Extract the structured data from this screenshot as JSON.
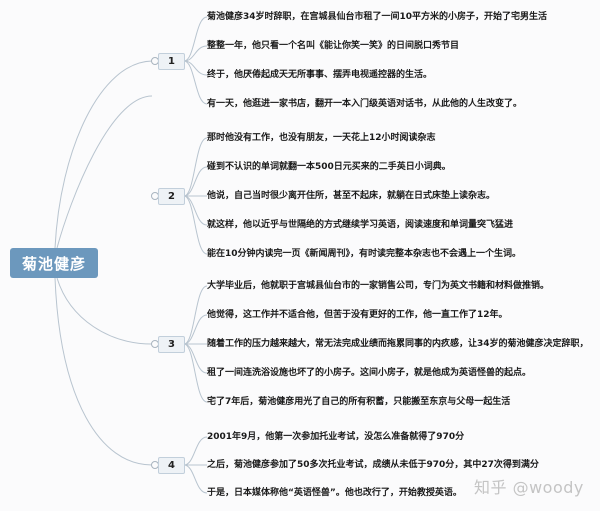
{
  "root": {
    "label": "菊池健彦"
  },
  "branches": [
    {
      "label": "1",
      "items": [
        "菊池健彦34岁时辞职，在宫城县仙台市租了一间10平方米的小房子，开始了宅男生活",
        "整整一年，他只看一个名叫《能让你笑一笑》的日间脱口秀节目",
        "终于，他厌倦起成天无所事事、摆弄电视遥控器的生活。",
        "有一天，他逛进一家书店，翻开一本入门级英语对话书，从此他的人生改变了。"
      ]
    },
    {
      "label": "2",
      "items": [
        "那时他没有工作，也没有朋友，一天花上12小时阅读杂志",
        "碰到不认识的单词就翻一本500日元买来的二手英日小词典。",
        "他说，自己当时很少离开住所，甚至不起床，就躺在日式床垫上读杂志。",
        "就这样，他以近乎与世隔绝的方式继续学习英语，阅读速度和单词量突飞猛进",
        "能在10分钟内读完一页《新闻周刊》，有时读完整本杂志也不会遇上一个生词。"
      ]
    },
    {
      "label": "3",
      "items": [
        "大学毕业后，他就职于宫城县仙台市的一家销售公司，专门为英文书籍和材料做推销。",
        "他觉得，这工作并不适合他，但苦于没有更好的工作，他一直工作了12年。",
        "随着工作的压力越来越大，常无法完成业绩而拖累同事的内疚感，让34岁的菊池健彦决定辞职，",
        "租了一间连洗浴设施也坏了的小房子。这间小房子，就是他成为英语怪兽的起点。",
        "宅了7年后，菊池健彦用光了自己的所有积蓄，只能搬至东京与父母一起生活"
      ]
    },
    {
      "label": "4",
      "items": [
        "2001年9月，他第一次参加托业考试，没怎么准备就得了970分",
        "之后，菊池健彦参加了50多次托业考试，成绩从未低于970分，其中27次得到满分",
        "于是，日本媒体称他“英语怪兽”。他也改行了，开始教授英语。"
      ]
    }
  ],
  "watermark": "知乎 @woody",
  "colors": {
    "root_bg": "#6c98bd",
    "branch_bg": "#eef2f6",
    "branch_border": "#c2cfdb",
    "line": "#b3c2cf",
    "background": "#fbfbfc"
  }
}
